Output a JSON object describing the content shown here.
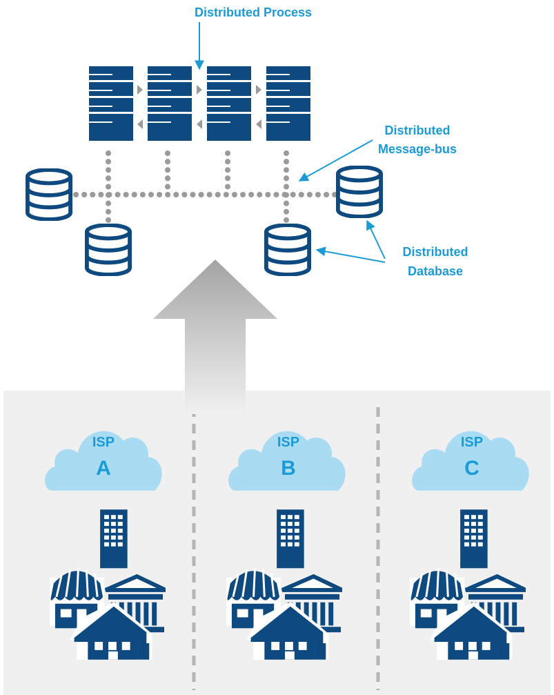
{
  "labels": {
    "process": "Distributed Process",
    "message_bus_line1": "Distributed",
    "message_bus_line2": "Message-bus",
    "database_line1": "Distributed",
    "database_line2": "Database"
  },
  "isps": [
    {
      "label": "ISP",
      "letter": "A"
    },
    {
      "label": "ISP",
      "letter": "B"
    },
    {
      "label": "ISP",
      "letter": "C"
    }
  ],
  "colors": {
    "navy": "#0e4a80",
    "callout": "#1a9bd7",
    "cloud": "#a9dcf3",
    "bus_dots": "#9a9a9a",
    "panel_bg": "#f0f0f0",
    "arrow": "#a3a3a3"
  },
  "icons": {
    "servers": "server-rack-icon",
    "databases": "database-icon",
    "clouds": "cloud-icon",
    "buildings": [
      "office-tower-icon",
      "storefront-icon",
      "bank-icon",
      "house-icon"
    ]
  }
}
